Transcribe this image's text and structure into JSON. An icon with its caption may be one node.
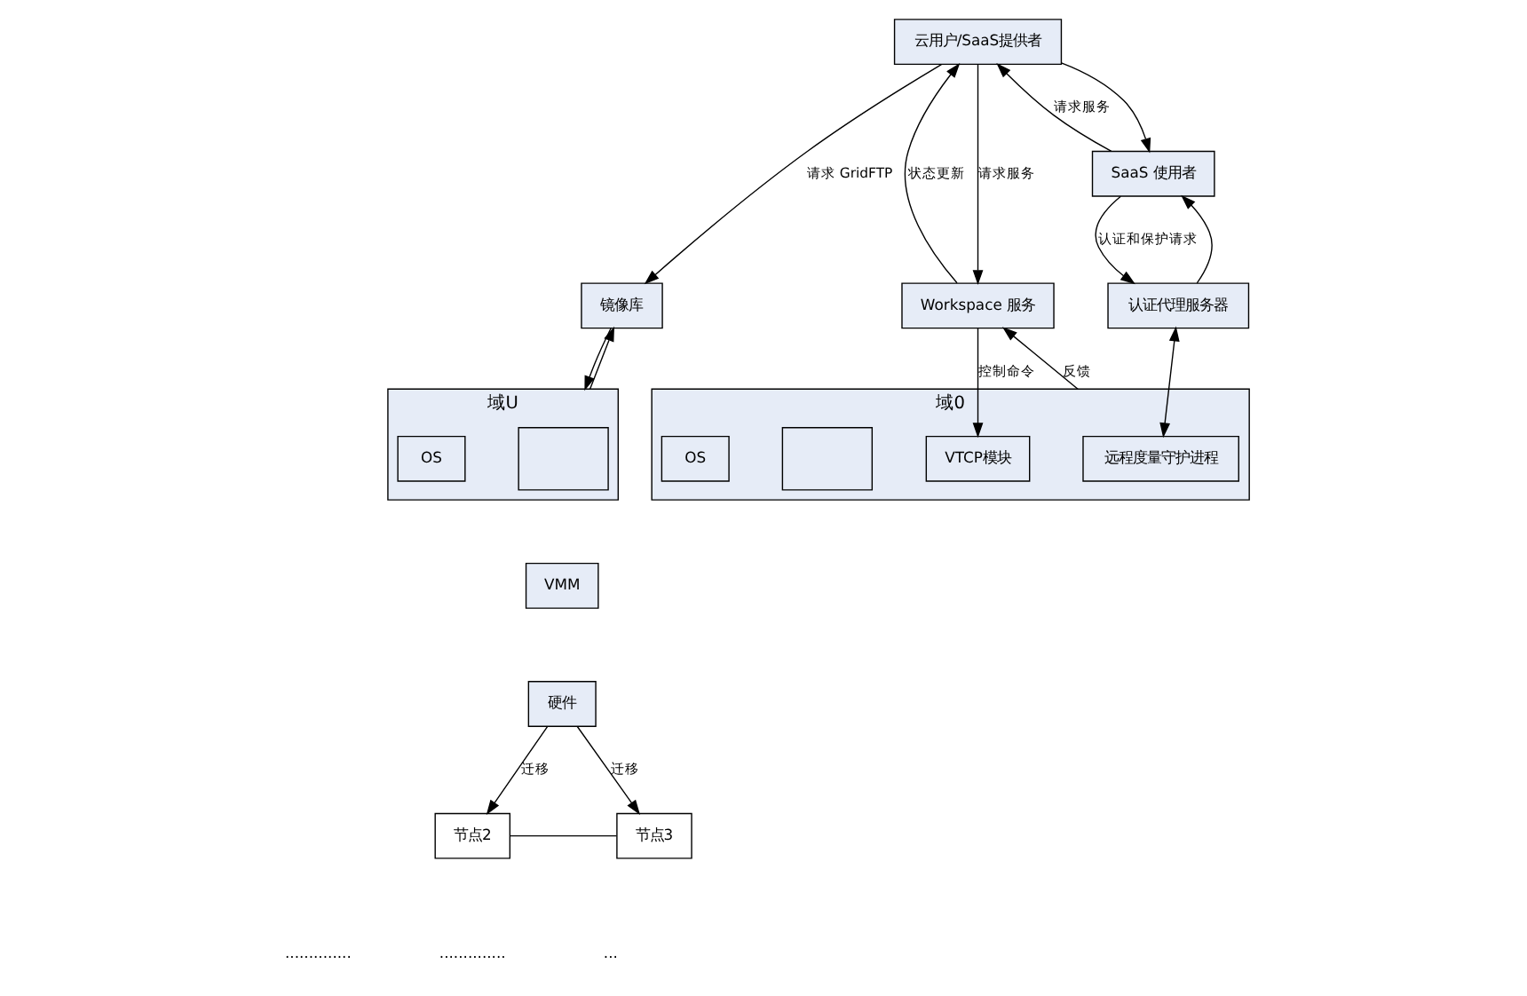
{
  "diagram": {
    "nodes": [
      {
        "text": [
          "云用户/SaaS提供者"
        ]
      },
      {
        "text": [
          "镜像库"
        ]
      },
      {
        "text": [
          "Workspace 服务"
        ]
      },
      {
        "text": [
          "SaaS 使用者"
        ]
      },
      {
        "text": [
          "认证代理服务器"
        ]
      },
      {
        "text": [
          "域0"
        ]
      },
      {
        "text": [
          "远程度量守护进程"
        ],
        "in": 5
      },
      {
        "text": [
          "VTCP模块"
        ],
        "in": 5
      },
      {
        "text": [],
        "shape": "box",
        "in": 5
      },
      {
        "text": [
          "OS"
        ],
        "in": 5
      },
      {
        "text": [
          "域U"
        ]
      },
      {
        "text": [],
        "shape": "box",
        "in": 10
      },
      {
        "text": [
          "OS"
        ],
        "in": 10
      },
      {
        "text": [
          "VMM"
        ]
      },
      {
        "text": [
          "硬件"
        ]
      },
      {
        "text": [
          "节点2"
        ]
      },
      {
        "text": [
          "节点3"
        ]
      }
    ],
    "edges": [
      {
        "from": 0,
        "to": 1,
        "arrow": "to",
        "label": "请求 GridFTP"
      },
      {
        "from": 0,
        "to": 2,
        "arrow": "to",
        "label": "请求服务"
      },
      {
        "from": 2,
        "to": 0,
        "arrow": "to",
        "label": "状态更新"
      },
      {
        "from": 0,
        "to": 3,
        "arrow": "to"
      },
      {
        "from": 3,
        "to": 0,
        "arrow": "to",
        "label": "请求服务"
      },
      {
        "from": 4,
        "to": 3,
        "arrow": "to"
      },
      {
        "from": 3,
        "to": 4,
        "arrow": "to",
        "label": "认证和保护请求"
      },
      {
        "from": 4,
        "to": 6,
        "arrow": "both"
      },
      {
        "from": 5,
        "to": 2,
        "arrow": "to",
        "label": "反馈"
      },
      {
        "from": 2,
        "to": 7,
        "arrow": "to",
        "label": "控制命令"
      },
      {
        "from": 1,
        "to": 10,
        "arrow": "to"
      },
      {
        "from": 10,
        "to": 1,
        "arrow": "to"
      },
      {
        "from": 14,
        "to": 15,
        "arrow": "to",
        "label": "迁移"
      },
      {
        "from": 14,
        "to": 16,
        "arrow": "to",
        "label": "迁移"
      },
      {
        "from": 15,
        "to": 16,
        "arrow": "none"
      }
    ],
    "labels": [
      "..............",
      "..............",
      "..."
    ]
  }
}
